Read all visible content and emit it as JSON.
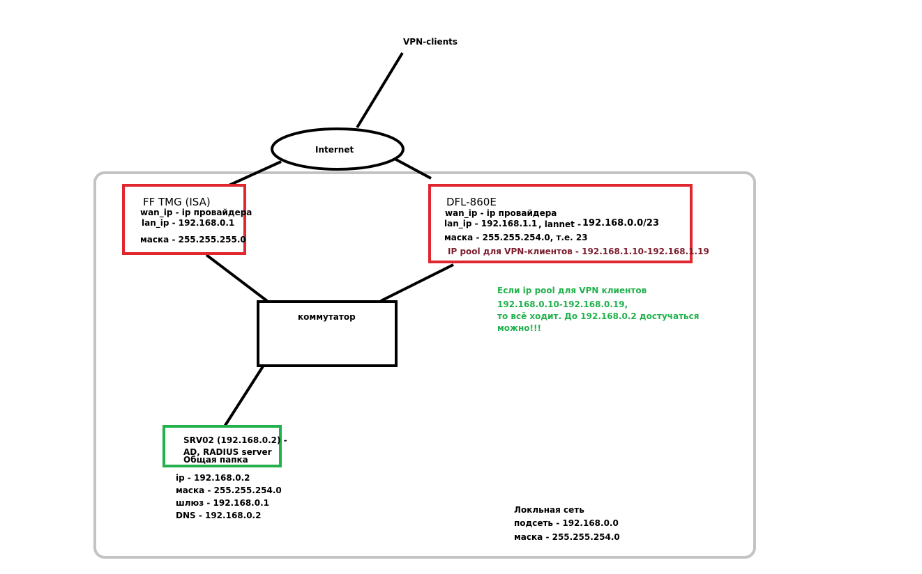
{
  "colors": {
    "line": "#000000",
    "red_box": "#e0262f",
    "green_box": "#22b14c",
    "gray_frame": "#c3c3c3",
    "pool_text": "#7a1c2c",
    "note_text": "#22b14c"
  },
  "vpn_clients": "VPN-clients",
  "internet": "Internet",
  "tmg": {
    "title": "FF TMG (ISA)",
    "wan": "wan_ip - ip провайдера",
    "lan": "lan_ip - 192.168.0.1",
    "mask": "маска - 255.255.255.0"
  },
  "dfl": {
    "title": "DFL-860E",
    "wan": "wan_ip - ip провайдера",
    "lan": "lan_ip - 192.168.1.1",
    "lannet_label": ", lannet -",
    "lannet_value": "192.168.0.0/23",
    "mask": "маска - 255.255.254.0, т.е. 23",
    "pool": "IP pool для VPN-клиентов - 192.168.1.10-192.168.1.19"
  },
  "switch": {
    "label": "коммутатор"
  },
  "note": {
    "lines": [
      "Если ip pool для VPN клиентов",
      "192.168.0.10-192.168.0.19,",
      "то всё ходит. До 192.168.0.2 достучаться",
      "можно!!!"
    ]
  },
  "srv": {
    "line1": "SRV02 (192.168.0.2) -",
    "line2": "AD, RADIUS server",
    "line3": "Общая папка",
    "ip": "ip - 192.168.0.2",
    "mask": "маска - 255.255.254.0",
    "gateway": "шлюз - 192.168.0.1",
    "dns": "DNS - 192.168.0.2"
  },
  "local_net": {
    "title": "Локльная сеть",
    "subnet": "подсеть - 192.168.0.0",
    "mask": "маска - 255.255.254.0"
  }
}
